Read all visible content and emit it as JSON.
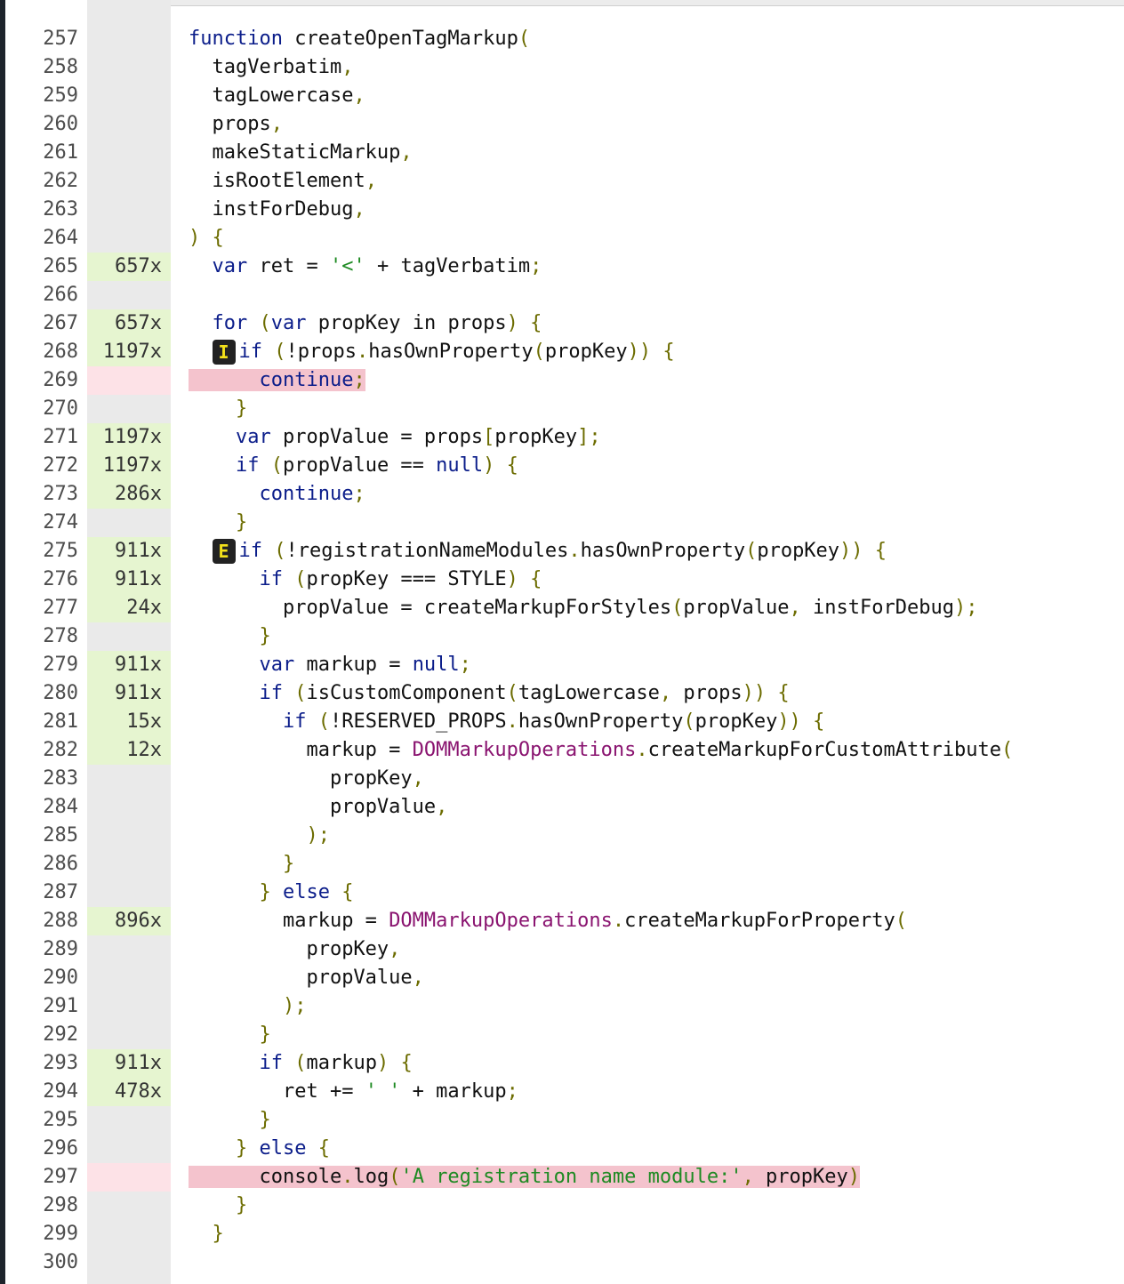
{
  "editor": {
    "rows": [
      {
        "line": "257",
        "count": "",
        "cov": "none",
        "hl": false,
        "badge": "",
        "indent": 0,
        "tokens": [
          [
            "kw",
            "function"
          ],
          [
            "p",
            " createOpenTagMarkup"
          ],
          [
            "pun",
            "("
          ]
        ]
      },
      {
        "line": "258",
        "count": "",
        "cov": "none",
        "hl": false,
        "badge": "",
        "indent": 2,
        "tokens": [
          [
            "p",
            "tagVerbatim"
          ],
          [
            "pun",
            ","
          ]
        ]
      },
      {
        "line": "259",
        "count": "",
        "cov": "none",
        "hl": false,
        "badge": "",
        "indent": 2,
        "tokens": [
          [
            "p",
            "tagLowercase"
          ],
          [
            "pun",
            ","
          ]
        ]
      },
      {
        "line": "260",
        "count": "",
        "cov": "none",
        "hl": false,
        "badge": "",
        "indent": 2,
        "tokens": [
          [
            "p",
            "props"
          ],
          [
            "pun",
            ","
          ]
        ]
      },
      {
        "line": "261",
        "count": "",
        "cov": "none",
        "hl": false,
        "badge": "",
        "indent": 2,
        "tokens": [
          [
            "p",
            "makeStaticMarkup"
          ],
          [
            "pun",
            ","
          ]
        ]
      },
      {
        "line": "262",
        "count": "",
        "cov": "none",
        "hl": false,
        "badge": "",
        "indent": 2,
        "tokens": [
          [
            "p",
            "isRootElement"
          ],
          [
            "pun",
            ","
          ]
        ]
      },
      {
        "line": "263",
        "count": "",
        "cov": "none",
        "hl": false,
        "badge": "",
        "indent": 2,
        "tokens": [
          [
            "p",
            "instForDebug"
          ],
          [
            "pun",
            ","
          ]
        ]
      },
      {
        "line": "264",
        "count": "",
        "cov": "none",
        "hl": false,
        "badge": "",
        "indent": 0,
        "tokens": [
          [
            "pun",
            ")"
          ],
          [
            "p",
            " "
          ],
          [
            "pun",
            "{"
          ]
        ]
      },
      {
        "line": "265",
        "count": "657x",
        "cov": "covered",
        "hl": false,
        "badge": "",
        "indent": 2,
        "tokens": [
          [
            "kw",
            "var"
          ],
          [
            "p",
            " ret = "
          ],
          [
            "str",
            "'<'"
          ],
          [
            "p",
            " + tagVerbatim"
          ],
          [
            "pun",
            ";"
          ]
        ]
      },
      {
        "line": "266",
        "count": "",
        "cov": "none",
        "hl": false,
        "badge": "",
        "indent": 0,
        "tokens": []
      },
      {
        "line": "267",
        "count": "657x",
        "cov": "covered",
        "hl": false,
        "badge": "",
        "indent": 2,
        "tokens": [
          [
            "kw",
            "for"
          ],
          [
            "p",
            " "
          ],
          [
            "pun",
            "("
          ],
          [
            "kw",
            "var"
          ],
          [
            "p",
            " propKey in props"
          ],
          [
            "pun",
            ")"
          ],
          [
            "p",
            " "
          ],
          [
            "pun",
            "{"
          ]
        ]
      },
      {
        "line": "268",
        "count": "1197x",
        "cov": "covered",
        "hl": false,
        "badge": "I",
        "indent": 4,
        "tokens": [
          [
            "kw",
            "if"
          ],
          [
            "p",
            " "
          ],
          [
            "pun",
            "("
          ],
          [
            "p",
            "!props"
          ],
          [
            "pun",
            "."
          ],
          [
            "p",
            "hasOwnProperty"
          ],
          [
            "pun",
            "("
          ],
          [
            "p",
            "propKey"
          ],
          [
            "pun",
            "))"
          ],
          [
            "p",
            " "
          ],
          [
            "pun",
            "{"
          ]
        ]
      },
      {
        "line": "269",
        "count": "",
        "cov": "uncovered",
        "hl": true,
        "badge": "",
        "indent": 6,
        "tokens": [
          [
            "kw",
            "continue"
          ],
          [
            "pun",
            ";"
          ]
        ]
      },
      {
        "line": "270",
        "count": "",
        "cov": "none",
        "hl": false,
        "badge": "",
        "indent": 4,
        "tokens": [
          [
            "pun",
            "}"
          ]
        ]
      },
      {
        "line": "271",
        "count": "1197x",
        "cov": "covered",
        "hl": false,
        "badge": "",
        "indent": 4,
        "tokens": [
          [
            "kw",
            "var"
          ],
          [
            "p",
            " propValue = props"
          ],
          [
            "pun",
            "["
          ],
          [
            "p",
            "propKey"
          ],
          [
            "pun",
            "];"
          ]
        ]
      },
      {
        "line": "272",
        "count": "1197x",
        "cov": "covered",
        "hl": false,
        "badge": "",
        "indent": 4,
        "tokens": [
          [
            "kw",
            "if"
          ],
          [
            "p",
            " "
          ],
          [
            "pun",
            "("
          ],
          [
            "p",
            "propValue == "
          ],
          [
            "kw",
            "null"
          ],
          [
            "pun",
            ")"
          ],
          [
            "p",
            " "
          ],
          [
            "pun",
            "{"
          ]
        ]
      },
      {
        "line": "273",
        "count": "286x",
        "cov": "covered",
        "hl": false,
        "badge": "",
        "indent": 6,
        "tokens": [
          [
            "kw",
            "continue"
          ],
          [
            "pun",
            ";"
          ]
        ]
      },
      {
        "line": "274",
        "count": "",
        "cov": "none",
        "hl": false,
        "badge": "",
        "indent": 4,
        "tokens": [
          [
            "pun",
            "}"
          ]
        ]
      },
      {
        "line": "275",
        "count": "911x",
        "cov": "covered",
        "hl": false,
        "badge": "E",
        "indent": 4,
        "tokens": [
          [
            "kw",
            "if"
          ],
          [
            "p",
            " "
          ],
          [
            "pun",
            "("
          ],
          [
            "p",
            "!registrationNameModules"
          ],
          [
            "pun",
            "."
          ],
          [
            "p",
            "hasOwnProperty"
          ],
          [
            "pun",
            "("
          ],
          [
            "p",
            "propKey"
          ],
          [
            "pun",
            "))"
          ],
          [
            "p",
            " "
          ],
          [
            "pun",
            "{"
          ]
        ]
      },
      {
        "line": "276",
        "count": "911x",
        "cov": "covered",
        "hl": false,
        "badge": "",
        "indent": 6,
        "tokens": [
          [
            "kw",
            "if"
          ],
          [
            "p",
            " "
          ],
          [
            "pun",
            "("
          ],
          [
            "p",
            "propKey === STYLE"
          ],
          [
            "pun",
            ")"
          ],
          [
            "p",
            " "
          ],
          [
            "pun",
            "{"
          ]
        ]
      },
      {
        "line": "277",
        "count": "24x",
        "cov": "covered",
        "hl": false,
        "badge": "",
        "indent": 8,
        "tokens": [
          [
            "p",
            "propValue = createMarkupForStyles"
          ],
          [
            "pun",
            "("
          ],
          [
            "p",
            "propValue"
          ],
          [
            "pun",
            ","
          ],
          [
            "p",
            " instForDebug"
          ],
          [
            "pun",
            ");"
          ]
        ]
      },
      {
        "line": "278",
        "count": "",
        "cov": "none",
        "hl": false,
        "badge": "",
        "indent": 6,
        "tokens": [
          [
            "pun",
            "}"
          ]
        ]
      },
      {
        "line": "279",
        "count": "911x",
        "cov": "covered",
        "hl": false,
        "badge": "",
        "indent": 6,
        "tokens": [
          [
            "kw",
            "var"
          ],
          [
            "p",
            " markup = "
          ],
          [
            "kw",
            "null"
          ],
          [
            "pun",
            ";"
          ]
        ]
      },
      {
        "line": "280",
        "count": "911x",
        "cov": "covered",
        "hl": false,
        "badge": "",
        "indent": 6,
        "tokens": [
          [
            "kw",
            "if"
          ],
          [
            "p",
            " "
          ],
          [
            "pun",
            "("
          ],
          [
            "p",
            "isCustomComponent"
          ],
          [
            "pun",
            "("
          ],
          [
            "p",
            "tagLowercase"
          ],
          [
            "pun",
            ","
          ],
          [
            "p",
            " props"
          ],
          [
            "pun",
            "))"
          ],
          [
            "p",
            " "
          ],
          [
            "pun",
            "{"
          ]
        ]
      },
      {
        "line": "281",
        "count": "15x",
        "cov": "covered",
        "hl": false,
        "badge": "",
        "indent": 8,
        "tokens": [
          [
            "kw",
            "if"
          ],
          [
            "p",
            " "
          ],
          [
            "pun",
            "("
          ],
          [
            "p",
            "!RESERVED_PROPS"
          ],
          [
            "pun",
            "."
          ],
          [
            "p",
            "hasOwnProperty"
          ],
          [
            "pun",
            "("
          ],
          [
            "p",
            "propKey"
          ],
          [
            "pun",
            "))"
          ],
          [
            "p",
            " "
          ],
          [
            "pun",
            "{"
          ]
        ]
      },
      {
        "line": "282",
        "count": "12x",
        "cov": "covered",
        "hl": false,
        "badge": "",
        "indent": 10,
        "tokens": [
          [
            "p",
            "markup = "
          ],
          [
            "obj",
            "DOMMarkupOperations"
          ],
          [
            "pun",
            "."
          ],
          [
            "p",
            "createMarkupForCustomAttribute"
          ],
          [
            "pun",
            "("
          ]
        ]
      },
      {
        "line": "283",
        "count": "",
        "cov": "none",
        "hl": false,
        "badge": "",
        "indent": 12,
        "tokens": [
          [
            "p",
            "propKey"
          ],
          [
            "pun",
            ","
          ]
        ]
      },
      {
        "line": "284",
        "count": "",
        "cov": "none",
        "hl": false,
        "badge": "",
        "indent": 12,
        "tokens": [
          [
            "p",
            "propValue"
          ],
          [
            "pun",
            ","
          ]
        ]
      },
      {
        "line": "285",
        "count": "",
        "cov": "none",
        "hl": false,
        "badge": "",
        "indent": 10,
        "tokens": [
          [
            "pun",
            ");"
          ]
        ]
      },
      {
        "line": "286",
        "count": "",
        "cov": "none",
        "hl": false,
        "badge": "",
        "indent": 8,
        "tokens": [
          [
            "pun",
            "}"
          ]
        ]
      },
      {
        "line": "287",
        "count": "",
        "cov": "none",
        "hl": false,
        "badge": "",
        "indent": 6,
        "tokens": [
          [
            "pun",
            "}"
          ],
          [
            "p",
            " "
          ],
          [
            "kw",
            "else"
          ],
          [
            "p",
            " "
          ],
          [
            "pun",
            "{"
          ]
        ]
      },
      {
        "line": "288",
        "count": "896x",
        "cov": "covered",
        "hl": false,
        "badge": "",
        "indent": 8,
        "tokens": [
          [
            "p",
            "markup = "
          ],
          [
            "obj",
            "DOMMarkupOperations"
          ],
          [
            "pun",
            "."
          ],
          [
            "p",
            "createMarkupForProperty"
          ],
          [
            "pun",
            "("
          ]
        ]
      },
      {
        "line": "289",
        "count": "",
        "cov": "none",
        "hl": false,
        "badge": "",
        "indent": 10,
        "tokens": [
          [
            "p",
            "propKey"
          ],
          [
            "pun",
            ","
          ]
        ]
      },
      {
        "line": "290",
        "count": "",
        "cov": "none",
        "hl": false,
        "badge": "",
        "indent": 10,
        "tokens": [
          [
            "p",
            "propValue"
          ],
          [
            "pun",
            ","
          ]
        ]
      },
      {
        "line": "291",
        "count": "",
        "cov": "none",
        "hl": false,
        "badge": "",
        "indent": 8,
        "tokens": [
          [
            "pun",
            ");"
          ]
        ]
      },
      {
        "line": "292",
        "count": "",
        "cov": "none",
        "hl": false,
        "badge": "",
        "indent": 6,
        "tokens": [
          [
            "pun",
            "}"
          ]
        ]
      },
      {
        "line": "293",
        "count": "911x",
        "cov": "covered",
        "hl": false,
        "badge": "",
        "indent": 6,
        "tokens": [
          [
            "kw",
            "if"
          ],
          [
            "p",
            " "
          ],
          [
            "pun",
            "("
          ],
          [
            "p",
            "markup"
          ],
          [
            "pun",
            ")"
          ],
          [
            "p",
            " "
          ],
          [
            "pun",
            "{"
          ]
        ]
      },
      {
        "line": "294",
        "count": "478x",
        "cov": "covered",
        "hl": false,
        "badge": "",
        "indent": 8,
        "tokens": [
          [
            "p",
            "ret += "
          ],
          [
            "str",
            "' '"
          ],
          [
            "p",
            " + markup"
          ],
          [
            "pun",
            ";"
          ]
        ]
      },
      {
        "line": "295",
        "count": "",
        "cov": "none",
        "hl": false,
        "badge": "",
        "indent": 6,
        "tokens": [
          [
            "pun",
            "}"
          ]
        ]
      },
      {
        "line": "296",
        "count": "",
        "cov": "none",
        "hl": false,
        "badge": "",
        "indent": 4,
        "tokens": [
          [
            "pun",
            "}"
          ],
          [
            "p",
            " "
          ],
          [
            "kw",
            "else"
          ],
          [
            "p",
            " "
          ],
          [
            "pun",
            "{"
          ]
        ]
      },
      {
        "line": "297",
        "count": "",
        "cov": "uncovered",
        "hl": true,
        "badge": "",
        "indent": 6,
        "tokens": [
          [
            "p",
            "console"
          ],
          [
            "pun",
            "."
          ],
          [
            "p",
            "log"
          ],
          [
            "pun",
            "("
          ],
          [
            "str",
            "'A registration name module:'"
          ],
          [
            "pun",
            ","
          ],
          [
            "p",
            " propKey"
          ],
          [
            "pun",
            ")"
          ]
        ]
      },
      {
        "line": "298",
        "count": "",
        "cov": "none",
        "hl": false,
        "badge": "",
        "indent": 4,
        "tokens": [
          [
            "pun",
            "}"
          ]
        ]
      },
      {
        "line": "299",
        "count": "",
        "cov": "none",
        "hl": false,
        "badge": "",
        "indent": 2,
        "tokens": [
          [
            "pun",
            "}"
          ]
        ]
      },
      {
        "line": "300",
        "count": "",
        "cov": "none",
        "hl": false,
        "badge": "",
        "indent": 0,
        "tokens": []
      }
    ]
  }
}
